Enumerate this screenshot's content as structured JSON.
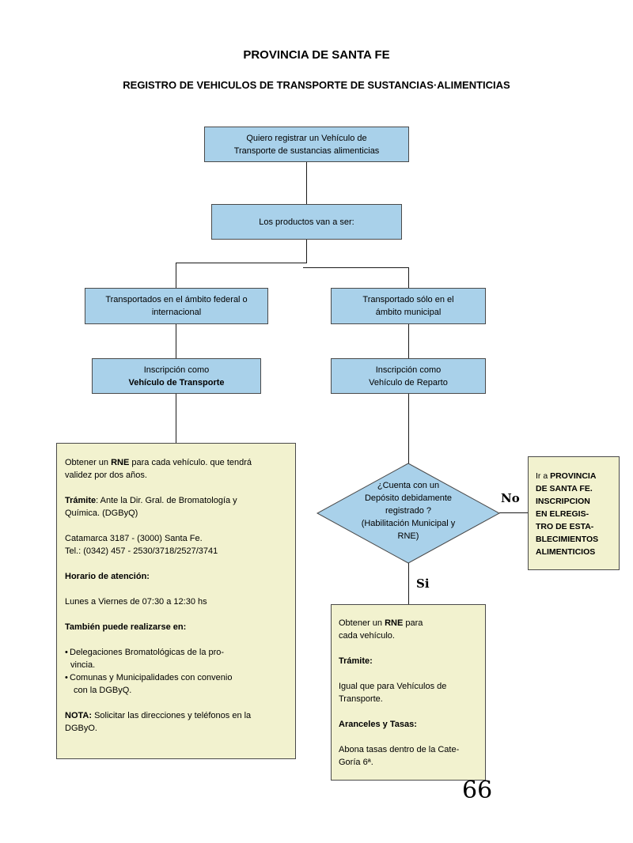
{
  "header": {
    "title": "PROVINCIA DE SANTA FE",
    "subtitle": "REGISTRO DE VEHICULOS DE TRANSPORTE DE SUSTANCIAS·ALIMENTICIAS"
  },
  "nodes": {
    "start": {
      "line1": "Quiero registrar un Vehículo de",
      "line2": "Transporte de sustancias alimenticias"
    },
    "products": {
      "text": "Los productos van a ser:"
    },
    "federal": {
      "line1": "Transportados en el ámbito federal o",
      "line2": "internacional"
    },
    "municipal": {
      "line1": "Transportado sólo en el",
      "line2": "ámbito municipal"
    },
    "insc_transporte": {
      "line1": "Inscripción como",
      "line2": "Vehículo de Transporte"
    },
    "insc_reparto": {
      "line1": "Inscripción como",
      "line2": "Vehículo de Reparto"
    },
    "decision": {
      "line1": "¿Cuenta con un",
      "line2": "Depósito debidamente",
      "line3": "registrado ?",
      "line4": "(Habilitación Municipal y",
      "line5": "RNE)"
    },
    "santa_fe": {
      "prefix": "Ir a ",
      "l1": "PROVINCIA",
      "l2": "DE SANTA FE.",
      "l3": "INSCRIPCION",
      "l4": "EN ELREGIS-",
      "l5": "TRO DE ESTA-",
      "l6": "BLECIMIENTOS",
      "l7": "ALIMENTICIOS"
    },
    "left_info": {
      "p1_a": "Obtener un ",
      "p1_b": "RNE",
      "p1_c": "  para cada vehículo. que tendrá",
      "p1_d": "validez por dos años.",
      "p2_a": "Trámite",
      "p2_b": ": Ante la Dir. Gral. de Bromatología y",
      "p2_c": "Química. (DGByQ)",
      "p3_a": "Catamarca 3187 - (3000) Santa Fe.",
      "p3_b": "Tel.: (0342) 457 - 2530/3718/2527/3741",
      "p4": "Horario de atención:",
      "p5": "Lunes a Viernes de 07:30 a 12:30 hs",
      "p6": "También puede realizarse en:",
      "b1_a": "Delegaciones Bromatológicas de la pro-",
      "b1_b": "vincia.",
      "b2_a": "Comunas y Municipalidades con convenio",
      "b2_b": "con la DGByQ.",
      "p7_a": "NOTA:",
      "p7_b": " Solicitar las direcciones y teléfonos en la",
      "p7_c": "DGByO."
    },
    "right_info": {
      "p1_a": "Obtener un  ",
      "p1_b": "RNE",
      "p1_c": " para",
      "p1_d": "cada vehículo.",
      "p2": "Trámite:",
      "p3_a": "Igual que para Vehículos de",
      "p3_b": "Transporte.",
      "p4": "Aranceles y Tasas:",
      "p5_a": "Abona tasas dentro de la Cate-",
      "p5_b": "Goría 6ª."
    }
  },
  "labels": {
    "no": "No",
    "si": "Si"
  },
  "page_number": "66",
  "colors": {
    "box_blue": "#a9d1ea",
    "box_yellow": "#f2f2cf",
    "line": "#1a1a1a"
  }
}
